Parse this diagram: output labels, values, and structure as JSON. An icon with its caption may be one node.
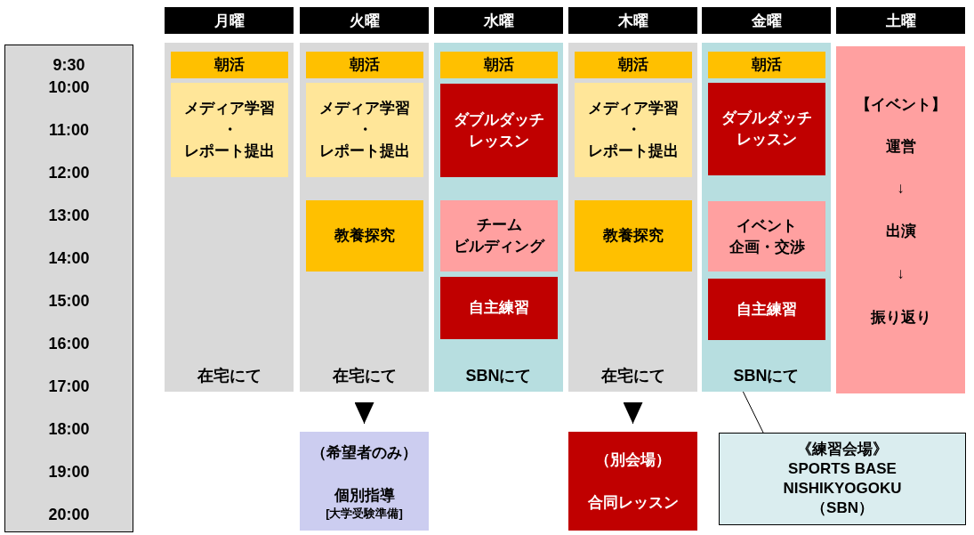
{
  "diagram": {
    "nodes": [
      {
        "text": [
          "月曜"
        ]
      },
      {
        "text": [
          "火曜"
        ]
      },
      {
        "text": [
          "水曜"
        ]
      },
      {
        "text": [
          "木曜"
        ]
      },
      {
        "text": [
          "金曜"
        ]
      },
      {
        "text": [
          "土曜"
        ]
      },
      {
        "text": [
          "9:30",
          "10:00",
          "11:00",
          "12:00",
          "13:00",
          "14:00",
          "15:00",
          "16:00",
          "17:00",
          "18:00",
          "19:00",
          "20:00"
        ]
      },
      {
        "text": [
          "在宅にて"
        ]
      },
      {
        "text": [
          "朝活"
        ],
        "in": 7
      },
      {
        "text": [
          "メディア学習",
          "・",
          "レポート提出"
        ],
        "in": 7
      },
      {
        "text": [
          "在宅にて"
        ]
      },
      {
        "text": [
          "朝活"
        ],
        "in": 10
      },
      {
        "text": [
          "メディア学習",
          "・",
          "レポート提出"
        ],
        "in": 10
      },
      {
        "text": [
          "教養探究"
        ],
        "in": 10
      },
      {
        "text": [
          "SBNにて"
        ]
      },
      {
        "text": [
          "朝活"
        ],
        "in": 14
      },
      {
        "text": [
          "ダブルダッチレッスン"
        ],
        "in": 14
      },
      {
        "text": [
          "チームビルディング"
        ],
        "in": 14
      },
      {
        "text": [
          "自主練習"
        ],
        "in": 14
      },
      {
        "text": [
          "在宅にて"
        ]
      },
      {
        "text": [
          "朝活"
        ],
        "in": 19
      },
      {
        "text": [
          "メディア学習",
          "・",
          "レポート提出"
        ],
        "in": 19
      },
      {
        "text": [
          "教養探究"
        ],
        "in": 19
      },
      {
        "text": [
          "SBNにて"
        ]
      },
      {
        "text": [
          "朝活"
        ],
        "in": 23
      },
      {
        "text": [
          "ダブルダッチレッスン"
        ],
        "in": 23
      },
      {
        "text": [
          "イベント企画・交渉"
        ],
        "in": 23
      },
      {
        "text": [
          "自主練習"
        ],
        "in": 23
      },
      {
        "text": [
          "【イベント】",
          "運営",
          "↓",
          "出演",
          "↓",
          "振り返り"
        ]
      },
      {
        "text": [
          "（希望者のみ）",
          "個別指導",
          "[大学受験準備]"
        ]
      },
      {
        "text": [
          "（別会場）",
          "合同レッスン"
        ]
      },
      {
        "text": [
          "《練習会場》",
          "SPORTS BASE",
          "NISHIKYOGOKU",
          "（SBN）"
        ]
      }
    ],
    "edges": [
      {
        "from": 10,
        "to": 29,
        "arrow": "to"
      },
      {
        "from": 19,
        "to": 30,
        "arrow": "to"
      },
      {
        "from": 23,
        "to": 31,
        "arrow": "none"
      }
    ]
  }
}
